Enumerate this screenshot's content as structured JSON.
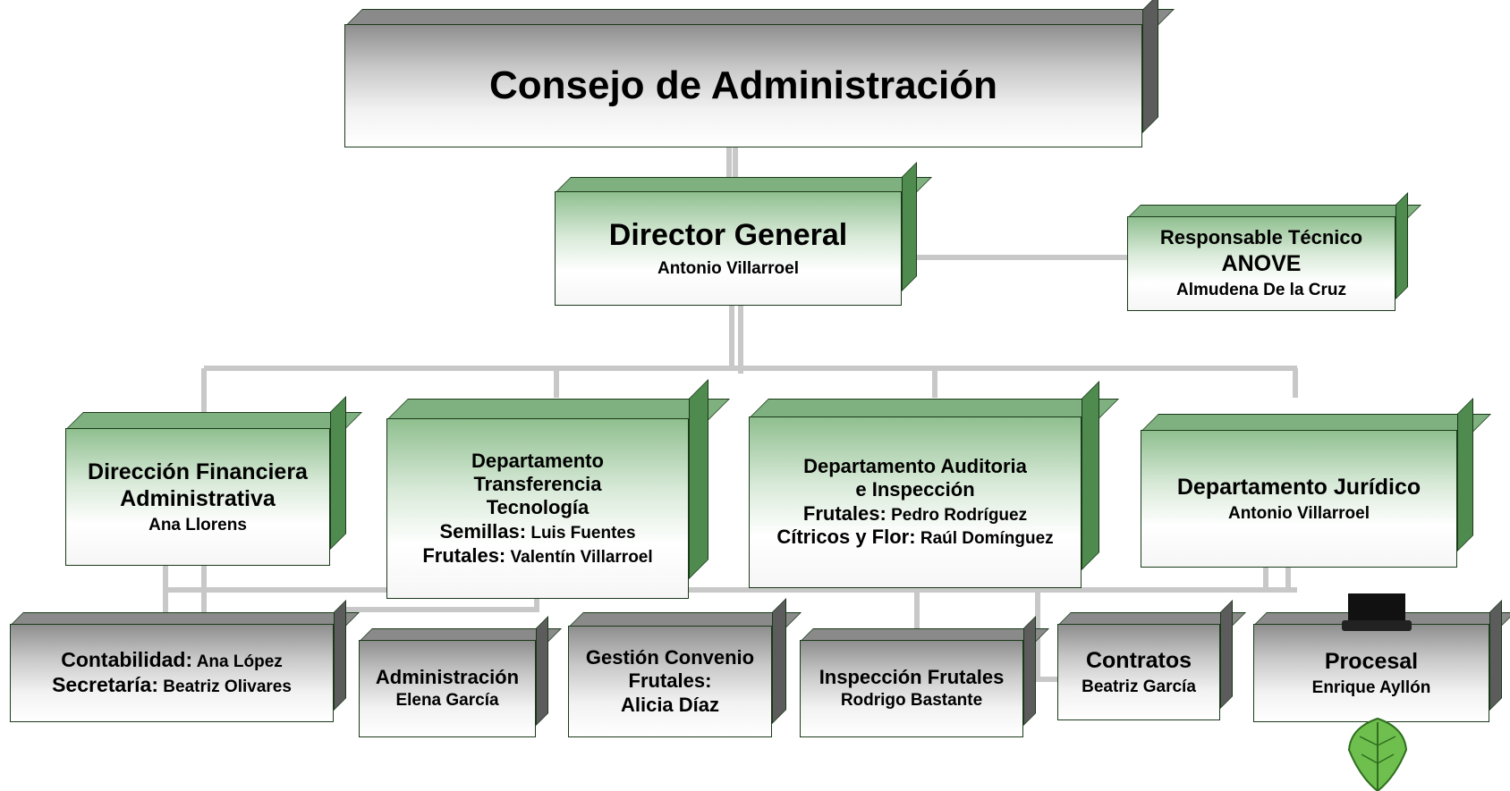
{
  "consejo": {
    "title": "Consejo de Administración"
  },
  "director": {
    "title": "Director General",
    "name": "Antonio Villarroel"
  },
  "anove": {
    "line1": "Responsable Técnico",
    "line2": "ANOVE",
    "name": "Almudena De la Cruz"
  },
  "financiera": {
    "line1": "Dirección Financiera",
    "line2": "Administrativa",
    "name": "Ana Llorens"
  },
  "transferencia": {
    "line1": "Departamento",
    "line2": "Transferencia",
    "line3": "Tecnología",
    "semillas_label": "Semillas:",
    "semillas_name": " Luis Fuentes",
    "frutales_label": "Frutales:",
    "frutales_name": " Valentín Villarroel"
  },
  "auditoria": {
    "line1": "Departamento Auditoria",
    "line2": "e Inspección",
    "frutales_label": "Frutales:",
    "frutales_name": " Pedro Rodríguez",
    "citricos_label": "Cítricos y Flor:",
    "citricos_name": " Raúl Domínguez"
  },
  "juridico": {
    "title": "Departamento Jurídico",
    "name": "Antonio Villarroel"
  },
  "contabilidad": {
    "contabilidad_label": "Contabilidad:",
    "contabilidad_name": " Ana López",
    "secretaria_label": "Secretaría:",
    "secretaria_name": " Beatriz Olivares"
  },
  "administracion": {
    "title": "Administración",
    "name": "Elena García"
  },
  "convenio": {
    "line1": "Gestión Convenio",
    "line2": "Frutales:",
    "name": "Alicia Díaz"
  },
  "inspeccion": {
    "title": "Inspección Frutales",
    "name": "Rodrigo Bastante"
  },
  "contratos": {
    "title": "Contratos",
    "name": "Beatriz García"
  },
  "procesal": {
    "title": "Procesal",
    "name": "Enrique Ayllón"
  },
  "colors": {
    "box_border": "#1a3a1a",
    "green_depth": "#4f8a4f",
    "gray_depth": "#5c5c5c",
    "connector": "#c8c8c8"
  }
}
